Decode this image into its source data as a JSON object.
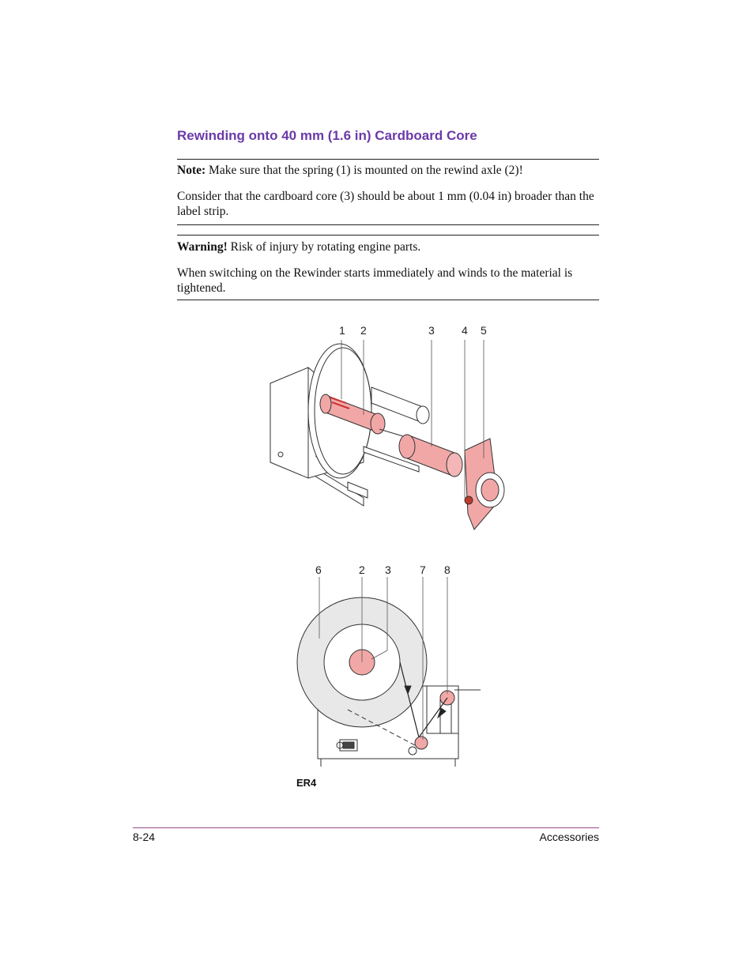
{
  "heading": "Rewinding onto 40 mm (1.6 in) Cardboard Core",
  "note": {
    "label": "Note:",
    "text": " Make sure that the spring (1) is mounted on the rewind axle (2)!",
    "para2": "Consider that the cardboard core (3) should be about 1 mm (0.04 in) broader than the label strip."
  },
  "warning": {
    "label": "Warning!",
    "text": " Risk of injury by rotating engine parts.",
    "para2": "When switching on the Rewinder starts immediately and winds to the material is tightened."
  },
  "figure1": {
    "callouts": [
      "1",
      "2",
      "3",
      "4",
      "5"
    ]
  },
  "figure2": {
    "callouts": [
      "6",
      "2",
      "3",
      "7",
      "8"
    ]
  },
  "caption": "ER4",
  "footer": {
    "page": "8-24",
    "section": "Accessories"
  },
  "colors": {
    "heading": "#6a3aa8",
    "highlight": "#f2a7a7",
    "footer_rule": "#9a4a8a"
  }
}
